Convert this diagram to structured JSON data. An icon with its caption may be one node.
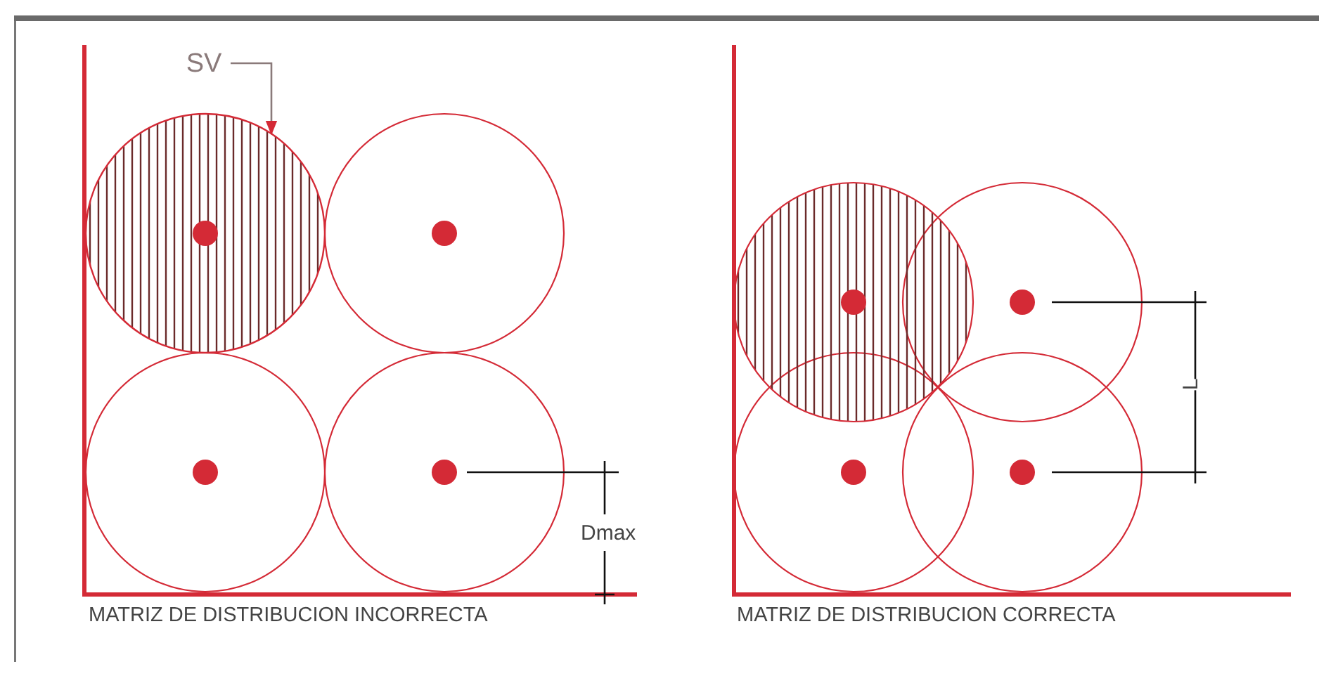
{
  "diagram": {
    "nodes": [
      {
        "text": [
          "SV"
        ]
      },
      {
        "text": [],
        "shape": "circle"
      }
    ],
    "edges": [
      {
        "from": 0,
        "to": 1,
        "arrow": "to"
      }
    ],
    "labels": [
      "Dmax",
      "L",
      "MATRIZ DE DISTRIBUCION INCORRECTA",
      "MATRIZ DE DISTRIBUCION CORRECTA"
    ]
  }
}
